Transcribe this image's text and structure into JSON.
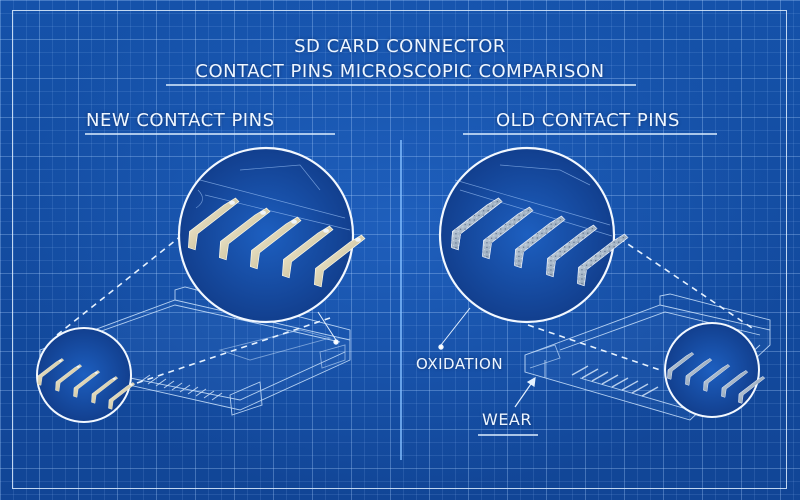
{
  "title": {
    "line1": "SD CARD CONNECTOR",
    "line2": "CONTACT PINS MICROSCOPIC COMPARISON"
  },
  "panels": [
    {
      "heading": "NEW CONTACT PINS",
      "pin_condition": "clean",
      "pin_count_visible": 5
    },
    {
      "heading": "OLD CONTACT PINS",
      "pin_condition": "oxidized / worn",
      "pin_count_visible": 5,
      "annotations": [
        {
          "label": "OXIDATION"
        },
        {
          "label": "WEAR"
        }
      ]
    }
  ],
  "colors": {
    "background": "#1450a8",
    "grid": "#9cc6ff",
    "line_art": "#d8ecff",
    "text": "#eef6ff",
    "pin_new": "#e8e2cc",
    "pin_old": "#b8c4d0"
  },
  "icons": {
    "magnifier_circle": "magnifier-circle-icon",
    "leader_arrow": "arrow-icon"
  }
}
